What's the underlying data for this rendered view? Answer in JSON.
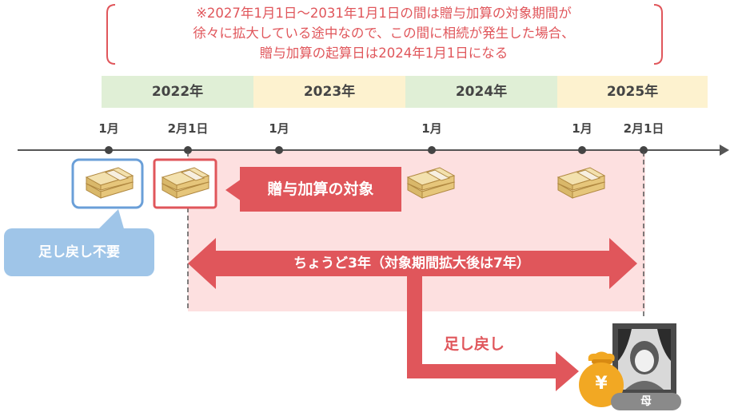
{
  "note": {
    "line1": "※2027年1月1日～2031年1月1日の間は贈与加算の対象期間が",
    "line2": "徐々に拡大している途中なので、この間に相続が発生した場合、",
    "line3": "贈与加算の起算日は2024年1月1日になる"
  },
  "years": [
    "2022年",
    "2023年",
    "2024年",
    "2025年"
  ],
  "months": [
    "1月",
    "2月1日",
    "1月",
    "1月",
    "1月",
    "2月1日"
  ],
  "labels": {
    "gift_target": "贈与加算の対象",
    "no_return": "足し戻し不要",
    "period": "ちょうど3年（対象期間拡大後は7年）",
    "add_back": "足し戻し",
    "mother": "母",
    "yen": "¥"
  },
  "colors": {
    "accent_red": "#e0565b",
    "pink_band": "#fde0e0",
    "blue": "#6a9fd8",
    "blue_light": "#9fc5e8",
    "green_band": "#e0efd6",
    "yellow_band": "#fdf2cf",
    "money_gold": "#f2a823"
  },
  "icons": [
    "money-bundle-icon",
    "money-bag-icon",
    "portrait-icon"
  ]
}
